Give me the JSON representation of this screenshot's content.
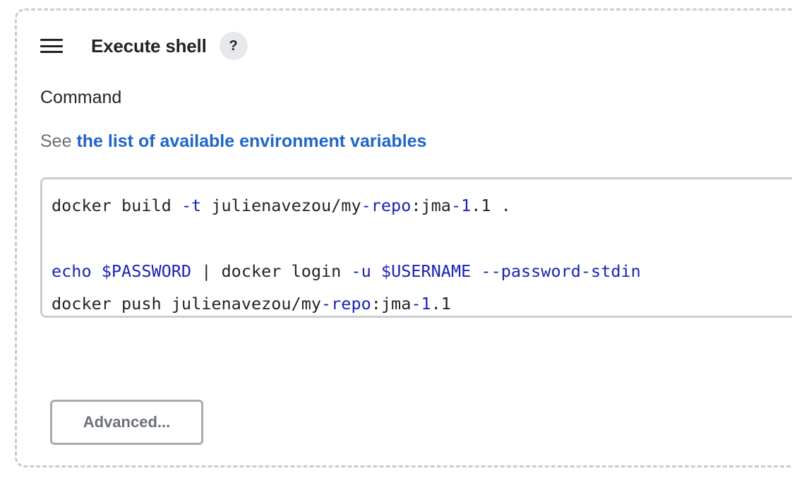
{
  "step": {
    "title": "Execute shell",
    "help_label": "?"
  },
  "command": {
    "label": "Command",
    "hint_prefix": "See ",
    "hint_link": "the list of available environment variables"
  },
  "editor": {
    "line1": {
      "a": "docker build ",
      "b": "-t",
      "c": " julienavezou/my",
      "d": "-repo",
      "e": ":jma",
      "f": "-1",
      "g": ".1 ."
    },
    "line2": {
      "a": "echo",
      "b": " ",
      "c": "$PASSWORD",
      "d": " | docker login ",
      "e": "-u",
      "f": " ",
      "g": "$USERNAME",
      "h": " ",
      "i": "--password-stdin"
    },
    "line3": {
      "a": "docker push julienavezou/my",
      "b": "-repo",
      "c": ":jma",
      "d": "-1",
      "e": ".1"
    }
  },
  "actions": {
    "advanced_label": "Advanced..."
  },
  "colors": {
    "link": "#2065c8",
    "keyword": "#1a23b5",
    "border": "#c9cdd2"
  }
}
